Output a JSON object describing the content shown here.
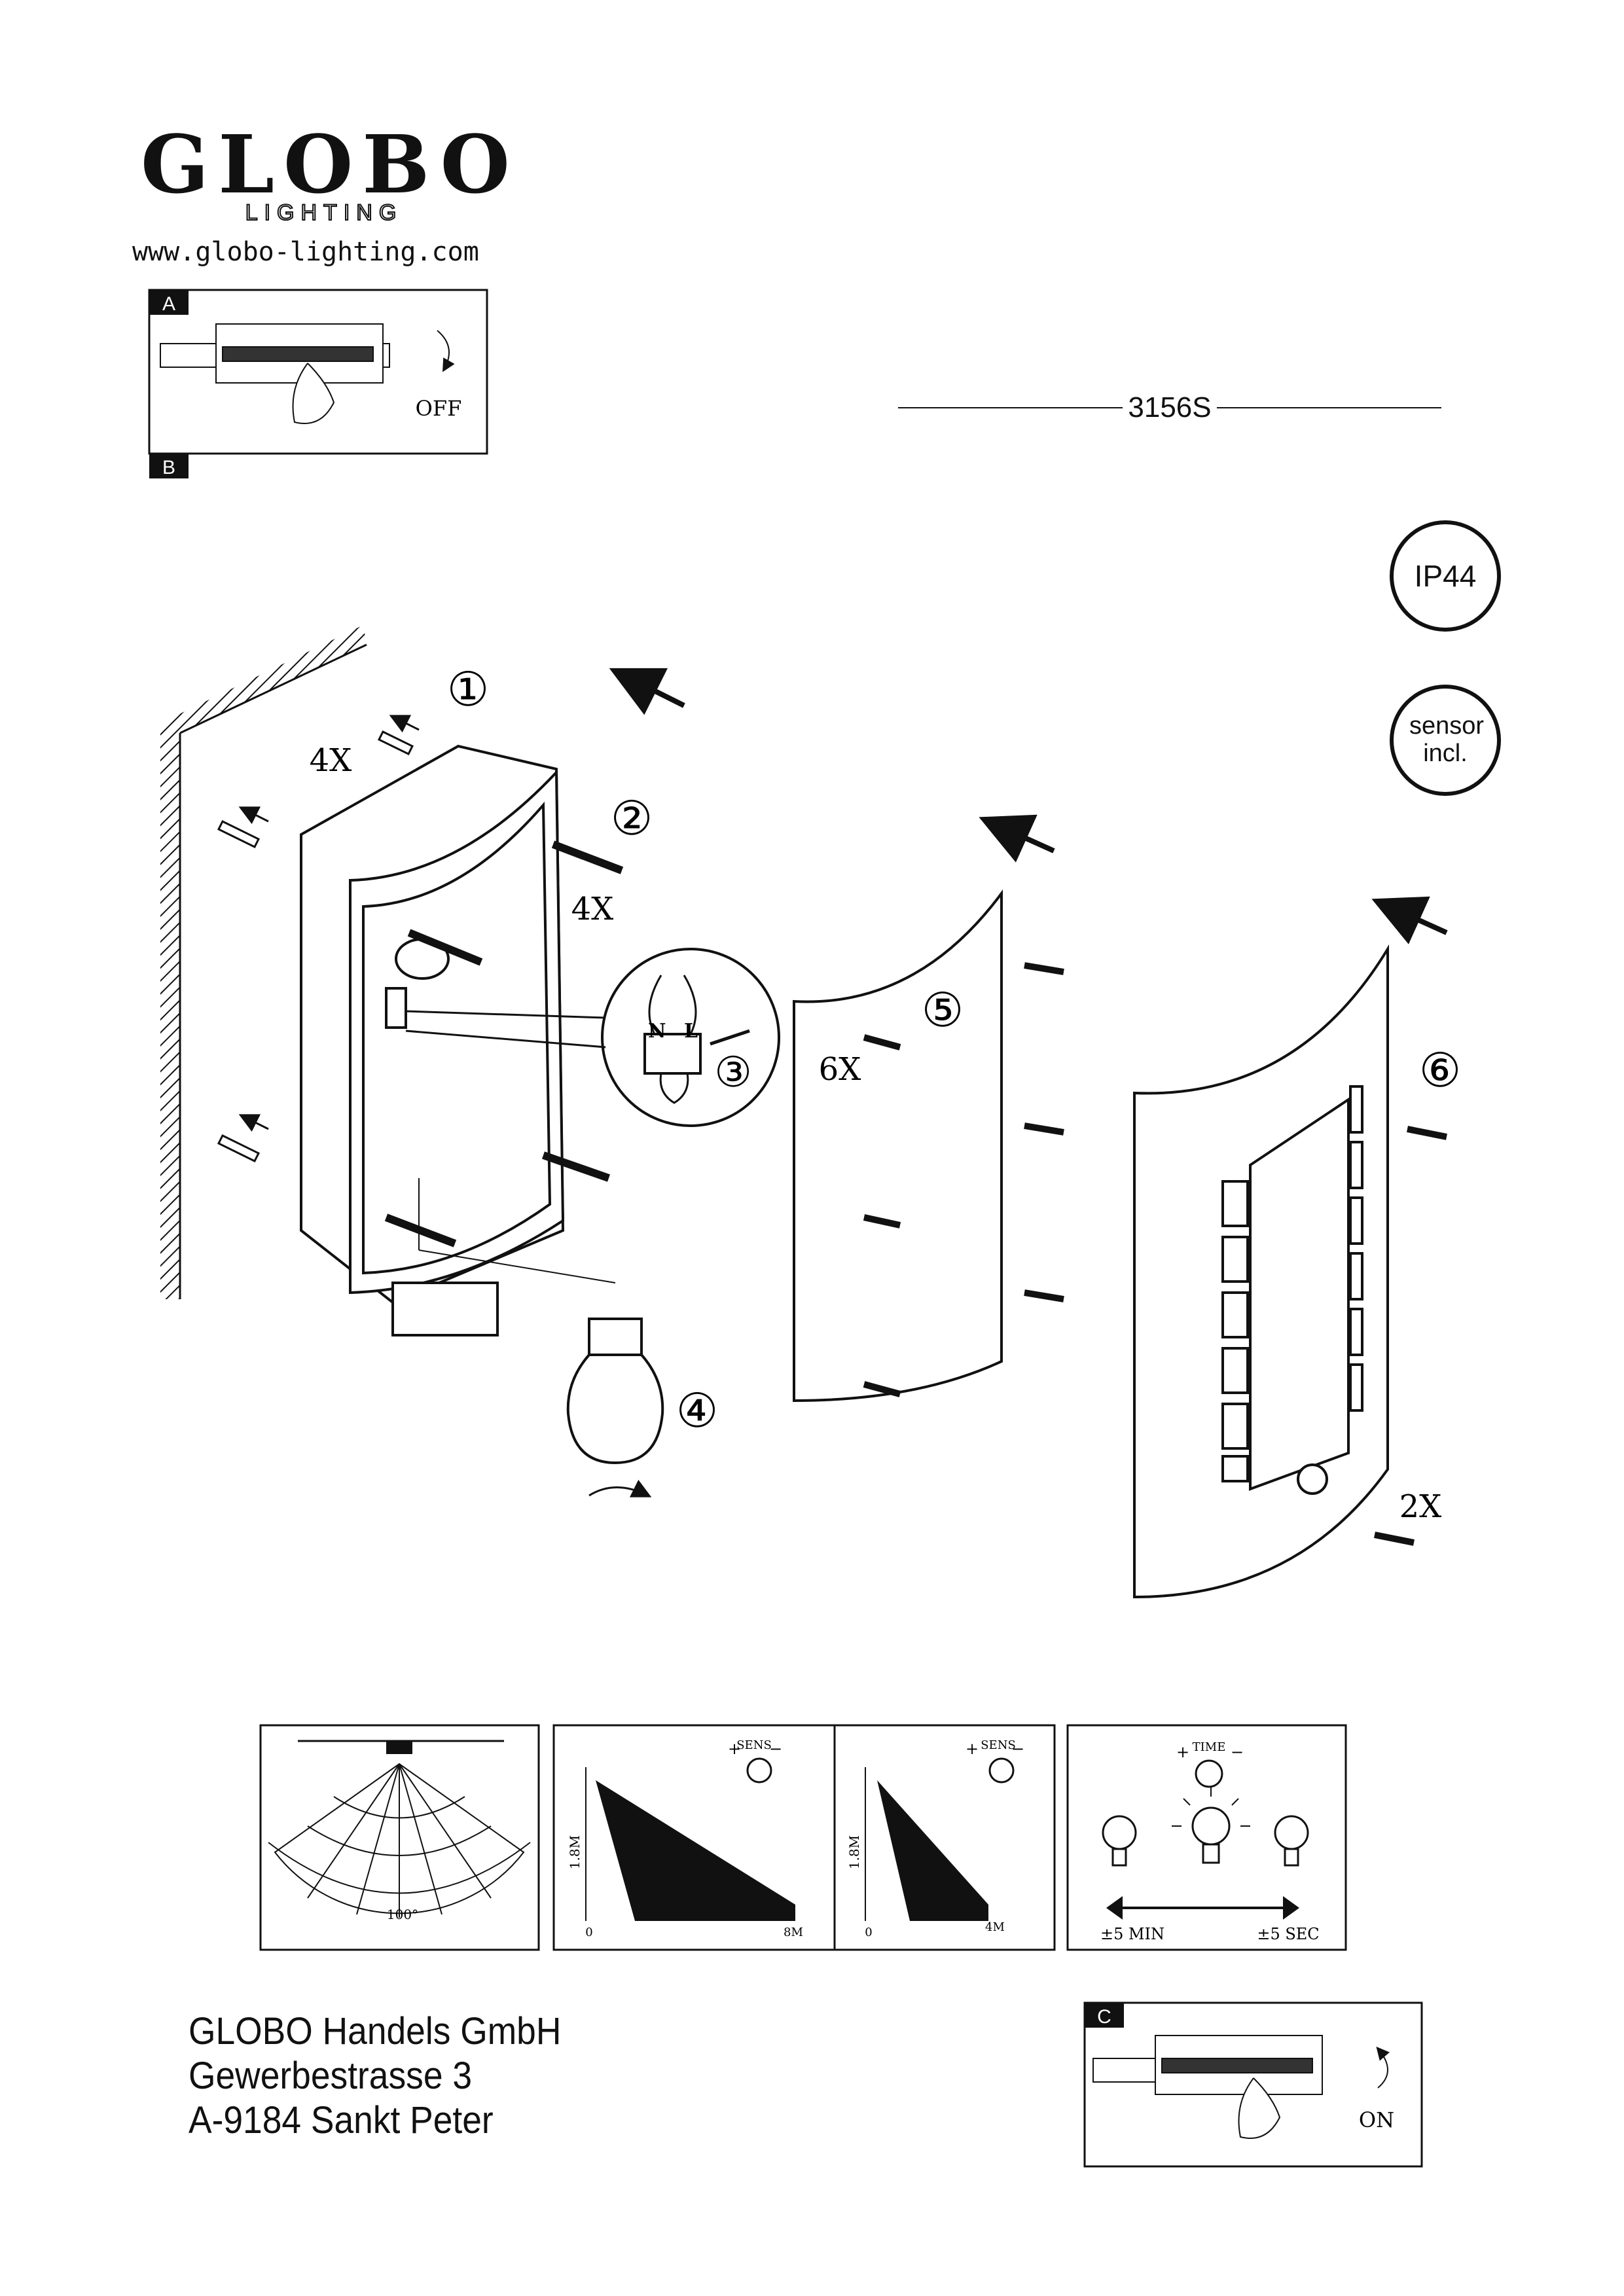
{
  "brand": {
    "name": "GLOBO",
    "sub": "LIGHTING",
    "url": "www.globo-lighting.com"
  },
  "model": "3156S",
  "badges": {
    "ip": "IP44",
    "sensor": "sensor incl."
  },
  "panels": {
    "a": {
      "tag": "A",
      "action": "OFF"
    },
    "b": {
      "tag": "B"
    },
    "c": {
      "tag": "C",
      "action": "ON"
    }
  },
  "steps": {
    "s1": "①",
    "s2": "②",
    "s3": "③",
    "s4": "④",
    "s5": "⑤",
    "s6": "⑥",
    "q1": "4X",
    "q2": "4X",
    "q5": "6X",
    "q6": "2X",
    "neutral": "N",
    "live": "L"
  },
  "sensor_info": {
    "angle": "100°",
    "height": "1.8M",
    "origin": "0",
    "range_far": "8M",
    "range_near": "4M",
    "sens": "SENS",
    "time": "TIME",
    "plus": "+",
    "minus": "−",
    "time_min": "±5 MIN",
    "time_max": "±5 SEC"
  },
  "company": {
    "name": "GLOBO Handels GmbH",
    "street": "Gewerbestrasse 3",
    "city": "A-9184 Sankt Peter"
  }
}
